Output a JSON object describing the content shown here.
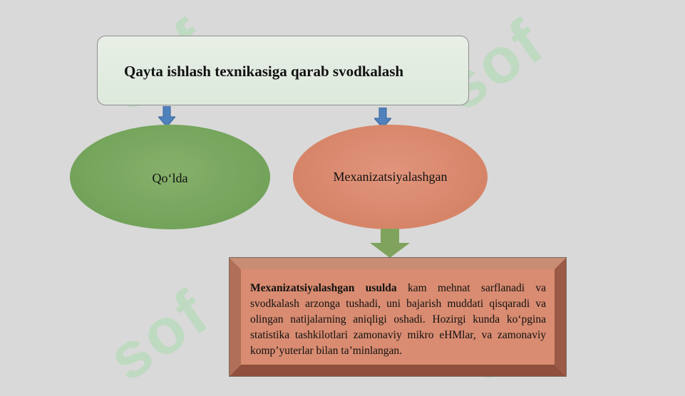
{
  "diagram": {
    "title": "Qayta ishlash texnikasiga qarab svodkalash",
    "left_node": "Qo‘lda",
    "right_node": "Mexanizatsiyalashgan",
    "description_bold": "Mexanizatsiyalashgan usulda",
    "description_text": " kam mehnat sarflanadi va svodkalash arzonga tushadi, uni bajarish muddati qisqaradi va olingan natijalarning aniqligi oshadi. Hozirgi kunda ko‘pgina statistika tashkilotlari zamonaviy mikro eHMlar, va zamonaviy komp’yuterlar bilan ta’minlangan."
  },
  "watermark": "sof",
  "colors": {
    "background": "#d9d9d9",
    "left_ellipse": "#73a35a",
    "right_ellipse": "#d68468",
    "arrow_blue": "#4f81bd",
    "arrow_green": "#7fa35c"
  }
}
